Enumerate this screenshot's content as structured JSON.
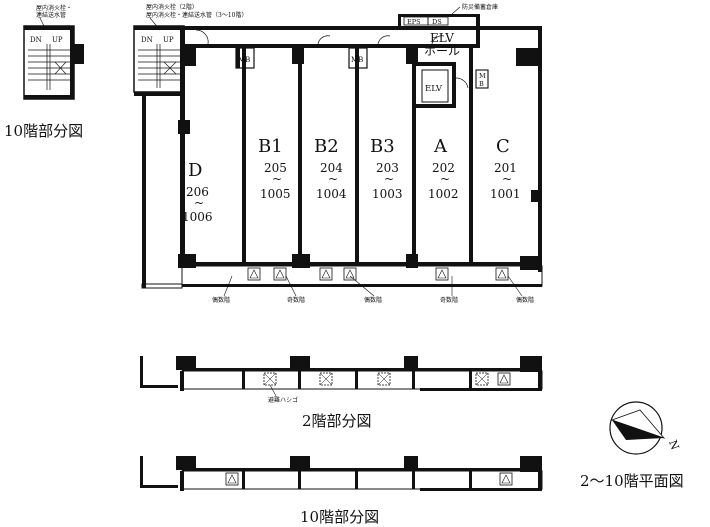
{
  "captions": {
    "floor10_partial_top": "10階部分図",
    "floor2_partial": "2階部分図",
    "floor10_partial_bottom": "10階部分図",
    "typical_plan": "2〜10階平面図"
  },
  "notes": {
    "hydrant_left": "屋内消火栓・\n連結送水管",
    "hydrant_main_1": "屋内消火栓（2階）",
    "hydrant_main_2": "屋内消火栓・連結送水管（3〜10階）",
    "disaster_storage": "防災備蓄倉庫",
    "even_floor": "偶数階",
    "odd_floor": "奇数階",
    "escape_ladder": "避難ハシゴ"
  },
  "stairs": {
    "down": "DN",
    "up": "UP"
  },
  "shafts": {
    "eps": "EPS",
    "ds": "DS",
    "mb": "MB",
    "mb_split_1": "M",
    "mb_split_2": "B"
  },
  "elevator": {
    "hall_line1": "ELV",
    "hall_line2": "ホール",
    "car": "ELV"
  },
  "units": [
    {
      "name": "D",
      "top": "206",
      "tilde": "~",
      "bottom": "1006"
    },
    {
      "name": "B1",
      "top": "205",
      "tilde": "~",
      "bottom": "1005"
    },
    {
      "name": "B2",
      "top": "204",
      "tilde": "~",
      "bottom": "1004"
    },
    {
      "name": "B3",
      "top": "203",
      "tilde": "~",
      "bottom": "1003"
    },
    {
      "name": "A",
      "top": "202",
      "tilde": "~",
      "bottom": "1002"
    },
    {
      "name": "C",
      "top": "201",
      "tilde": "~",
      "bottom": "1001"
    }
  ],
  "compass": {
    "north": "N"
  }
}
